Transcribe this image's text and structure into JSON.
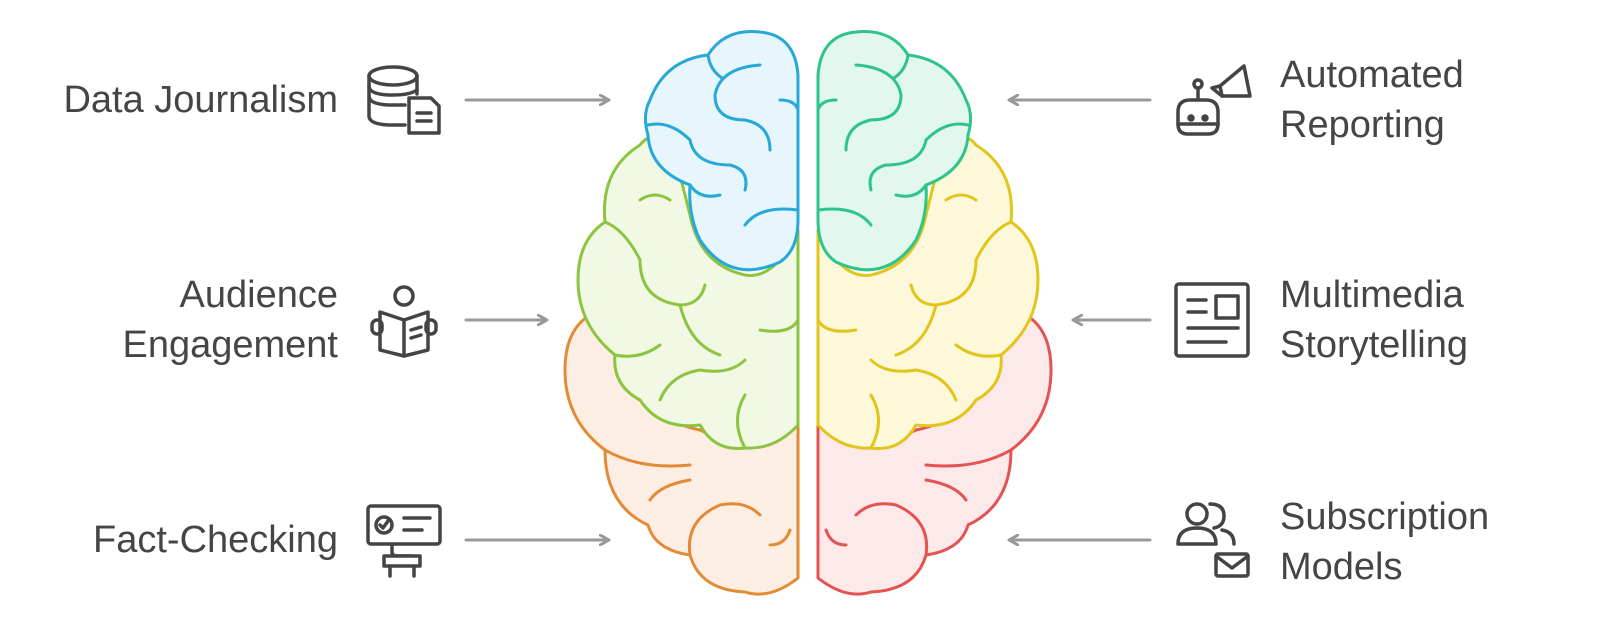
{
  "items": {
    "data_journalism": {
      "lines": [
        "Data Journalism"
      ],
      "icon": "database-document-icon"
    },
    "audience_engagement": {
      "lines": [
        "Audience",
        "Engagement"
      ],
      "icon": "person-reading-icon"
    },
    "fact_checking": {
      "lines": [
        "Fact-Checking"
      ],
      "icon": "presenter-checklist-icon"
    },
    "automated_reporting": {
      "lines": [
        "Automated",
        "Reporting"
      ],
      "icon": "robot-megaphone-icon"
    },
    "multimedia_storytelling": {
      "lines": [
        "Multimedia",
        "Storytelling"
      ],
      "icon": "newspaper-layout-icon"
    },
    "subscription_models": {
      "lines": [
        "Subscription",
        "Models"
      ],
      "icon": "users-mail-icon"
    }
  },
  "colors": {
    "text": "#454545",
    "icon": "#444444",
    "arrow": "#999999",
    "blue": "#27a8d8",
    "blue_fill": "#e6f6fc",
    "lightgreen": "#8dc43f",
    "lightgreen_fill": "#f1f9e4",
    "orange": "#e38a35",
    "orange_fill": "#fdeee3",
    "teal": "#2fc48a",
    "teal_fill": "#e2f8ee",
    "yellow": "#e2c51b",
    "yellow_fill": "#fdf8d9",
    "red": "#e55252",
    "red_fill": "#fde9e9"
  }
}
